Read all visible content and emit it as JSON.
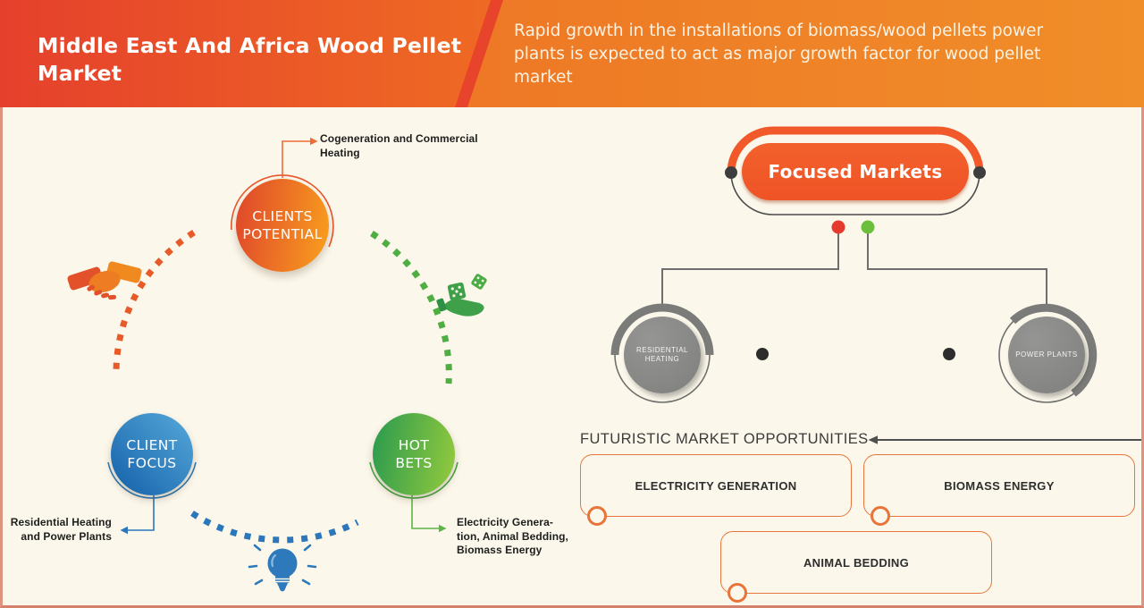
{
  "header": {
    "title": "Middle East And Africa Wood Pellet Market",
    "subtitle": "Rapid growth in the installations of biomass/wood pellets power\nplants is expected to act as major growth factor for wood pellet\nmarket"
  },
  "strategy_wheel": {
    "clients_potential": {
      "label": "CLIENTS\nPOTENTIAL",
      "callout": "Cogeneration and Commercial\nHeating"
    },
    "client_focus": {
      "label": "CLIENT\nFOCUS",
      "callout": "Residential Heating\nand Power Plants"
    },
    "hot_bets": {
      "label": "HOT\nBETS",
      "callout": "Electricity Genera-\ntion, Animal Bedding,\nBiomass Energy"
    },
    "icons": {
      "handshake": "handshake-icon",
      "dice_hand": "dice-in-hand-icon",
      "bulb": "light-bulb-icon"
    }
  },
  "focused_markets": {
    "title": "Focused Markets",
    "branches": [
      {
        "label": "RESIDENTIAL\nHEATING"
      },
      {
        "label": "POWER PLANTS"
      }
    ]
  },
  "opportunities": {
    "heading": "FUTURISTIC MARKET OPPORTUNITIES",
    "items": [
      "ELECTRICITY GENERATION",
      "BIOMASS ENERGY",
      "ANIMAL BEDDING"
    ]
  },
  "colors": {
    "header_red": "#e5402c",
    "header_orange": "#f89c1c",
    "accent_orange": "#f1582a",
    "accent_blue": "#2b77bb",
    "accent_green": "#53ae3f",
    "gray_node": "#8b8b89",
    "background": "#fbf7ea"
  }
}
